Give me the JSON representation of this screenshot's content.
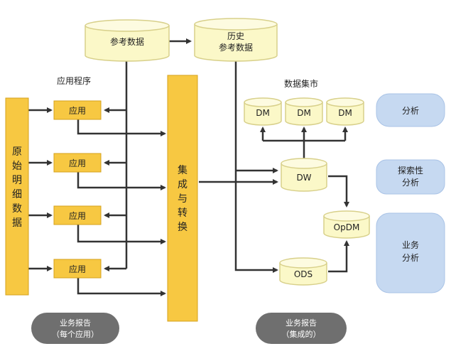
{
  "labels": {
    "ref_data": "参考数据",
    "hist_ref_line1": "历史",
    "hist_ref_line2": "参考数据",
    "apps_header": "应用程序",
    "app": "应用",
    "raw_data": [
      "原",
      "始",
      "明",
      "细",
      "数",
      "据"
    ],
    "integration": [
      "集",
      "成",
      "与",
      "转",
      "换"
    ],
    "datamarts_header": "数据集市",
    "dm": "DM",
    "dw": "DW",
    "opdm": "OpDM",
    "ods": "ODS",
    "analysis": "分析",
    "exploratory_line1": "探索性",
    "exploratory_line2": "分析",
    "business_line1": "业务",
    "business_line2": "分析",
    "report_app_line1": "业务报告",
    "report_app_line2": "（每个应用）",
    "report_int_line1": "业务报告",
    "report_int_line2": "（集成的）"
  },
  "colors": {
    "cyl_fill": "#fbf8c8",
    "cyl_stroke": "#d8d08a",
    "app_fill": "#f7c842",
    "app_stroke": "#d4a21c",
    "bar_fill": "#f7c842",
    "blue_fill": "#c6d9f1",
    "blue_stroke": "#a9c3e6",
    "gray_fill": "#6f6f6f",
    "arrow": "#333333"
  }
}
